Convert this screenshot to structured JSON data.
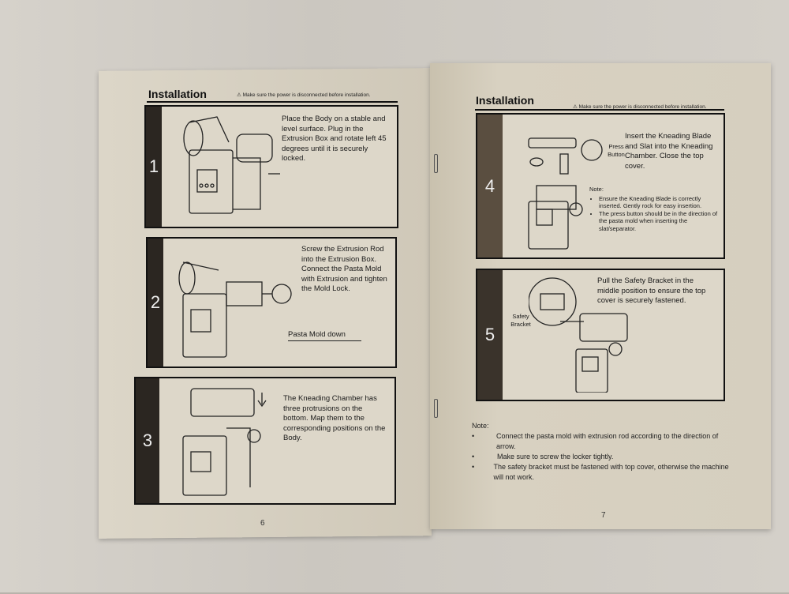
{
  "left_page": {
    "header": "Installation",
    "warning": "⚠ Make sure the power is disconnected before installation.",
    "page_number": "6",
    "steps": [
      {
        "number": "1",
        "text": "Place the Body on a stable and level surface. Plug in the Extrusion Box and rotate left 45 degrees until it is securely locked."
      },
      {
        "number": "2",
        "text": "Screw the Extrusion Rod into the Extrusion Box. Connect the Pasta Mold with Extrusion and tighten the Mold Lock.",
        "label": "Pasta Mold down"
      },
      {
        "number": "3",
        "text": "The Kneading Chamber has three protrusions on the bottom. Map them to the corresponding positions on the Body."
      }
    ]
  },
  "right_page": {
    "header": "Installation",
    "warning": "⚠ Make sure the power is disconnected before installation.",
    "page_number": "7",
    "steps": [
      {
        "number": "4",
        "text": "Insert the Kneading Blade and Slat into the Kneading Chamber. Close the top cover.",
        "label": "Press Button",
        "note_title": "Note:",
        "notes": [
          "Ensure the Kneading Blade is correctly inserted. Gently rock for easy insertion.",
          "The press button should be in the direction of the pasta mold when inserting the slat/separator."
        ]
      },
      {
        "number": "5",
        "text": "Pull the Safety Bracket in the middle position to ensure the top cover is securely fastened.",
        "label": "Safety Bracket"
      }
    ],
    "note_title": "Note:",
    "notes": [
      "Connect the pasta mold with extrusion rod according to the direction of arrow.",
      "Make sure to screw the locker tightly.",
      "The safety bracket must be fastened with top cover, otherwise the machine will not work."
    ]
  }
}
